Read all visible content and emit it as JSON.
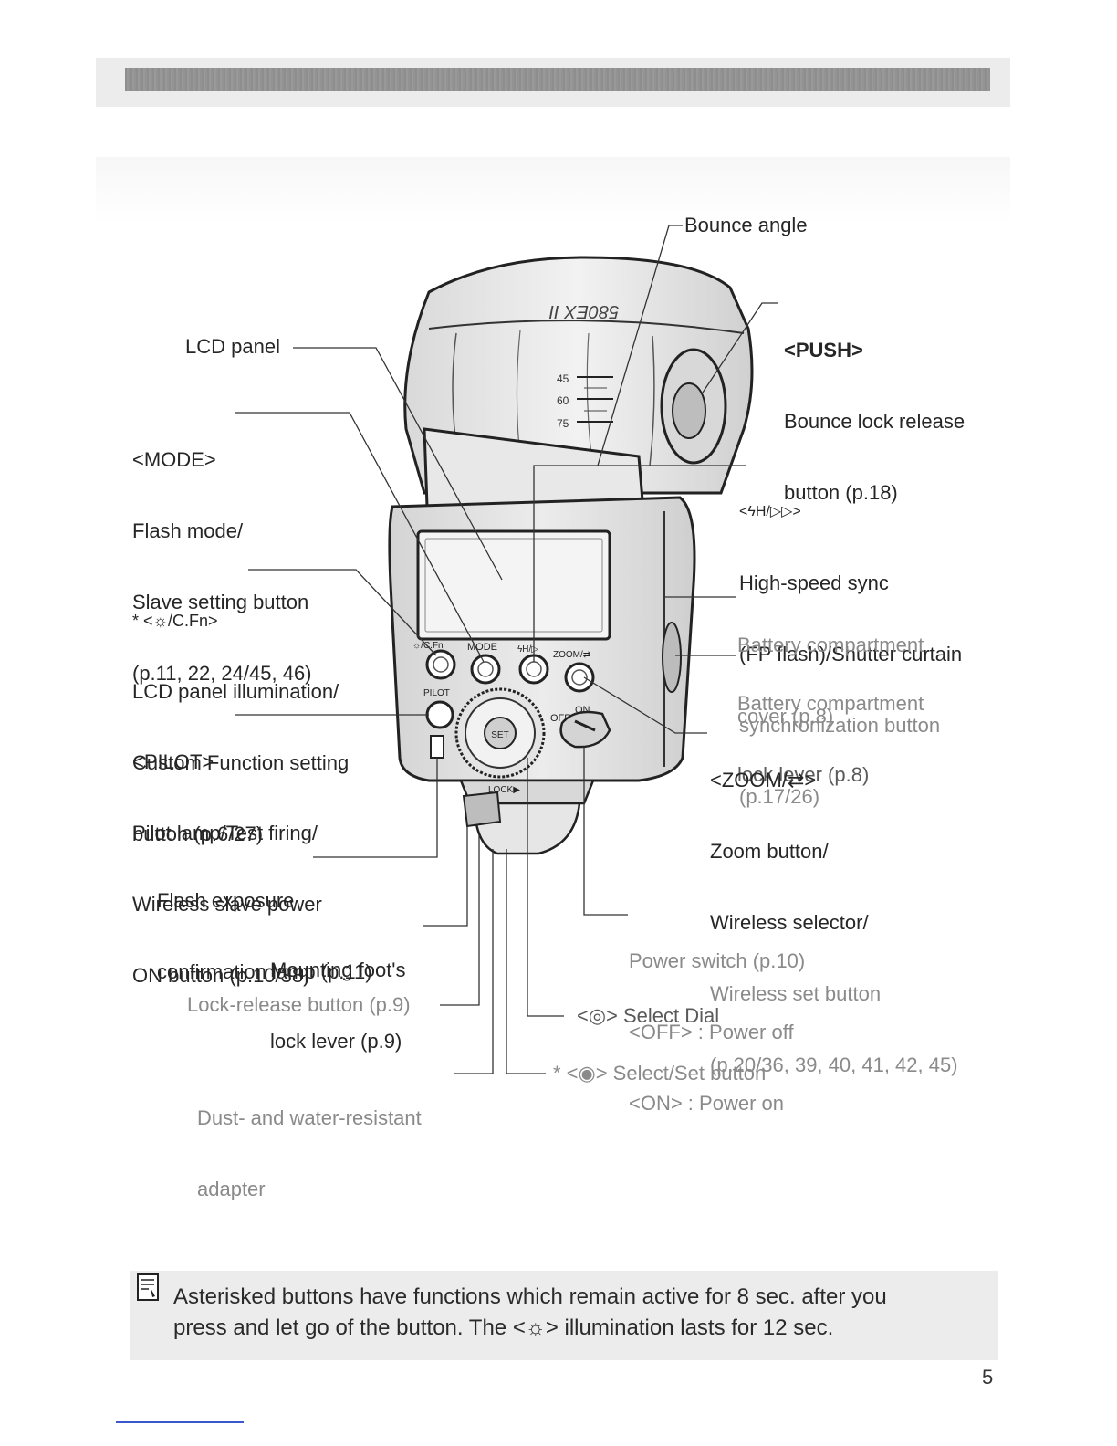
{
  "labels": {
    "bounce_angle": "Bounce angle",
    "push": {
      "title": "<PUSH>",
      "line1": "Bounce lock release",
      "line2": "button (p.18)"
    },
    "lcd_panel": "LCD panel",
    "mode": {
      "title": "<MODE>",
      "line1": "Flash mode/",
      "line2": "Slave setting button",
      "line3": "(p.11, 22, 24/45, 46)"
    },
    "hss": {
      "title": "<ϟH/▷▷>",
      "line1": "High-speed sync",
      "line2": "(FP flash)/Shutter curtain",
      "line3": "synchronization button",
      "line4": "(p.17/26)"
    },
    "illum": {
      "title": "* <☼/C.Fn>",
      "line1": "LCD panel illumination/",
      "line2": "Custom Function setting",
      "line3": "button (p.6/27)"
    },
    "battery_cover": {
      "line1": "Battery compartment",
      "line2": "cover (p.8)"
    },
    "battery_lock": {
      "line1": "Battery compartment",
      "line2": "lock lever (p.8)"
    },
    "pilot": {
      "title": "<PILOT>",
      "line1": "Pilot lamp/Test firing/",
      "line2": "Wireless slave power",
      "line3": "ON button (p.10/38)"
    },
    "zoom": {
      "title": "<ZOOM/⇄>",
      "line1": "Zoom button/",
      "line2": "Wireless selector/",
      "line3": "Wireless set button",
      "line4": "(p.20/36, 39, 40, 41, 42, 45)"
    },
    "flash_exposure": {
      "line1": "Flash exposure",
      "line2": "confirmation lamp (p.11)"
    },
    "mounting_foot": {
      "line1": "Mounting foot's",
      "line2": "lock lever (p.9)"
    },
    "power_switch": {
      "line1": "Power switch (p.10)",
      "line2": "<OFF> : Power off",
      "line3": "<ON> : Power on"
    },
    "lock_release": "Lock-release button (p.9)",
    "select_dial": "<◎> Select Dial",
    "dust_adapter": {
      "line1": "Dust- and water-resistant",
      "line2": "adapter"
    },
    "select_set": "* <◉> Select/Set button"
  },
  "device": {
    "button_labels": [
      "☼/C.Fn",
      "MODE",
      "ϟH/▷",
      "ZOOM/⇄"
    ],
    "pilot_label": "PILOT",
    "off_label": "OFF",
    "on_label": "ON",
    "lock_label": "LOCK▶",
    "angle_marks": [
      "45",
      "60",
      "75"
    ],
    "logo": "580EX II",
    "dial_center": "SET"
  },
  "note": {
    "icon": "memo-icon",
    "line1": "Asterisked buttons have functions which remain active for 8 sec. after you",
    "line2": "press and let go of the button. The <☼> illumination lasts for 12 sec."
  },
  "page_number": "5"
}
